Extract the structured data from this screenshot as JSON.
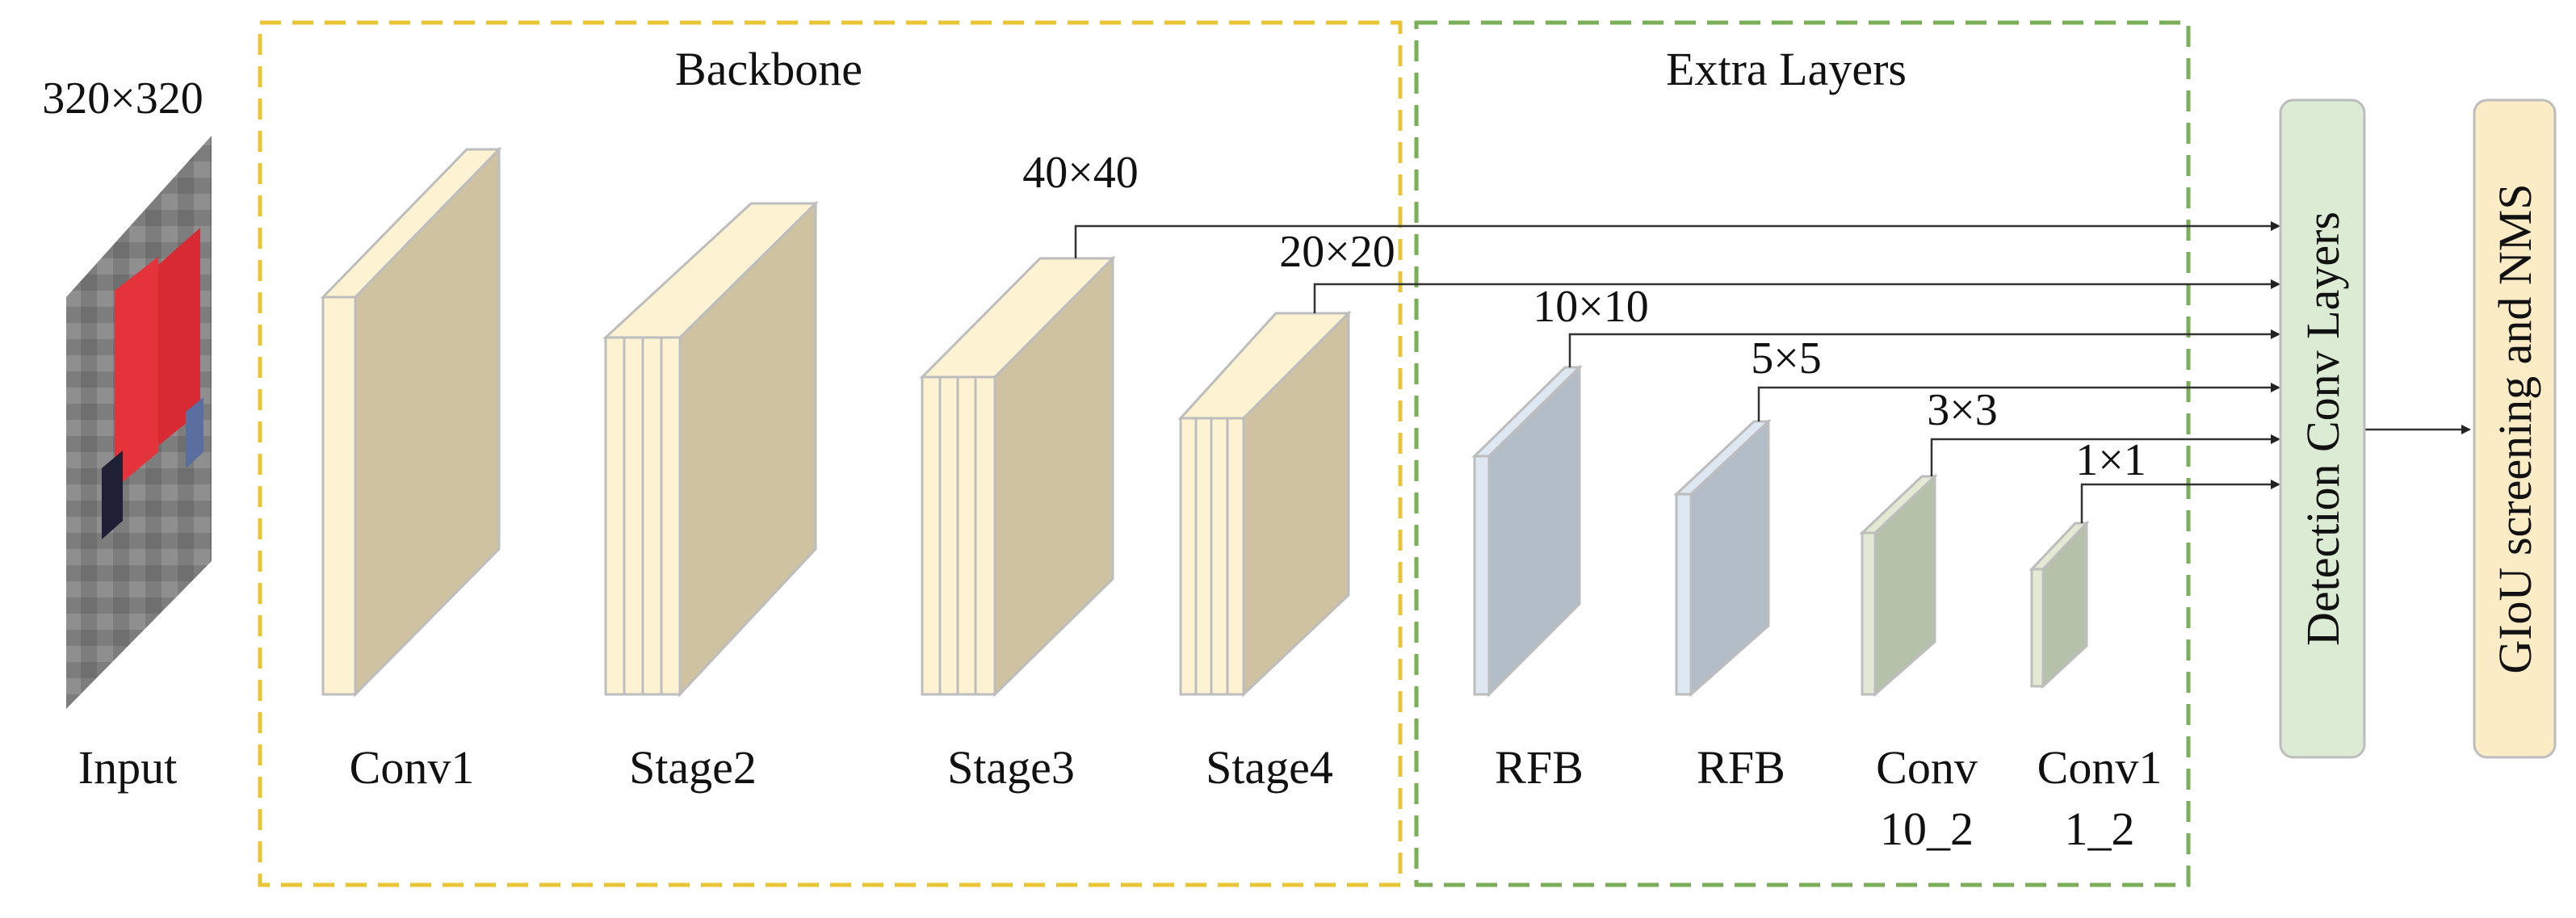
{
  "input": {
    "size_label": "320×320",
    "label": "Input"
  },
  "backbone": {
    "title": "Backbone",
    "layers": [
      "Conv1",
      "Stage2",
      "Stage3",
      "Stage4"
    ]
  },
  "extra": {
    "title": "Extra Layers",
    "layers": [
      "RFB",
      "RFB"
    ],
    "conv_a": [
      "Conv",
      "10_2"
    ],
    "conv_b": [
      "Conv1",
      "1_2"
    ]
  },
  "feature_sizes": [
    "40×40",
    "20×20",
    "10×10",
    "5×5",
    "3×3",
    "1×1"
  ],
  "detection": {
    "label": "Detection Conv Layers"
  },
  "postprocess": {
    "label": "GIoU screening and NMS"
  },
  "colors": {
    "backbone_border": "#e8c534",
    "extra_border": "#7aae58",
    "yellow_front": "#fdf3d2",
    "yellow_side": "#cfc2a0",
    "blue_front": "#dde8f3",
    "blue_side": "#b3bdc8",
    "green_front": "#e2ead3",
    "green_side": "#b5c1a8",
    "detection_fill": "#dcebd3",
    "post_fill": "#fbecc6"
  }
}
